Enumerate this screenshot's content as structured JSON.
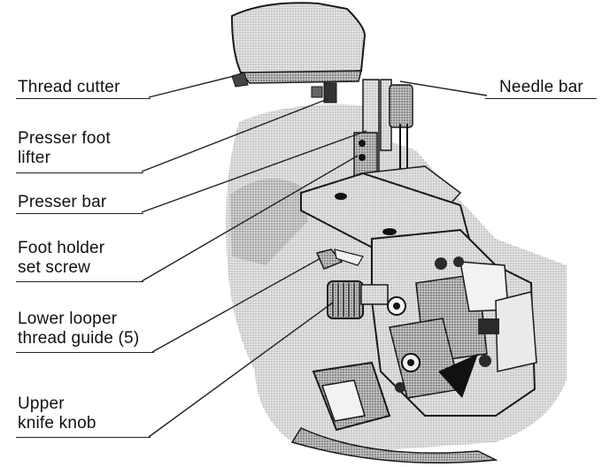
{
  "labels": {
    "thread_cutter": "Thread cutter",
    "needle_bar": "Needle bar",
    "presser_foot_lifter": [
      "Presser foot",
      "lifter"
    ],
    "presser_bar": "Presser bar",
    "foot_holder_set_screw": [
      "Foot holder",
      "set screw"
    ],
    "lower_looper_thread_guide": [
      "Lower looper",
      "thread guide (5)"
    ],
    "upper_knife_knob": [
      "Upper",
      "knife knob"
    ]
  },
  "colors": {
    "text": "#111111",
    "line": "#222222",
    "shade_light": "#d9d9d9",
    "shade_mid": "#bdbdbd",
    "shade_dark": "#8a8a8a",
    "ink": "#1a1a1a"
  }
}
